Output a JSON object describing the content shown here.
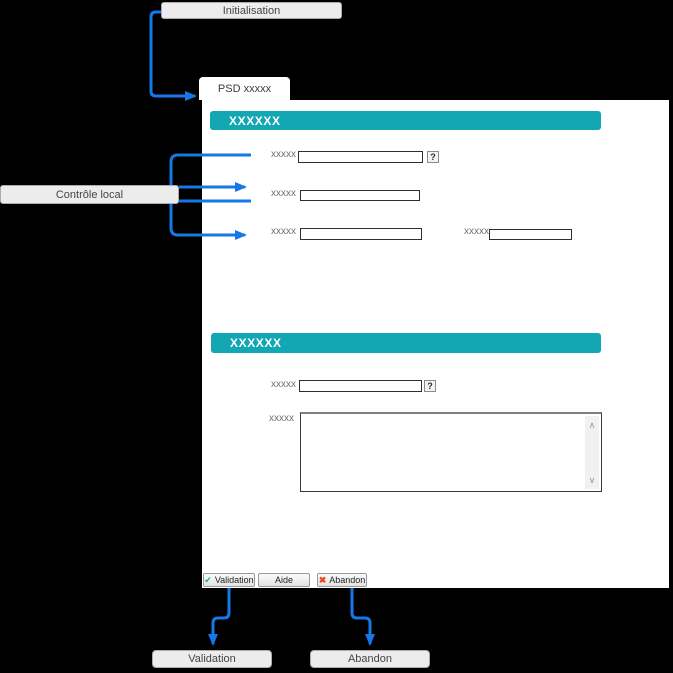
{
  "diagram": {
    "start_node": "Initialisation",
    "left_node": "Contrôle local",
    "validation_node": "Validation",
    "abandon_node": "Abandon"
  },
  "form": {
    "tab": "PSD xxxxx",
    "section1": {
      "title": "XXXXXX",
      "field1": {
        "label": "xxxxx"
      },
      "field2": {
        "label": "xxxxx"
      },
      "field3a": {
        "label": "xxxxx"
      },
      "field3b": {
        "label": "xxxxx"
      }
    },
    "section2": {
      "title": "XXXXXX",
      "field1": {
        "label": "xxxxx"
      },
      "textarea": {
        "label": "xxxxx"
      }
    },
    "toolbar": {
      "validation": "Validation",
      "aide": "Aide",
      "abandon": "Abandon"
    }
  },
  "icons": {
    "help": "?",
    "check": "✔",
    "cross": "✖",
    "scroll_up": "∧",
    "scroll_down": "∨"
  },
  "colors": {
    "teal": "#12a7b3",
    "blue": "#1677e8",
    "node_bg": "#ececec",
    "check_green": "#29a39b",
    "cross_red": "#e4491f"
  }
}
